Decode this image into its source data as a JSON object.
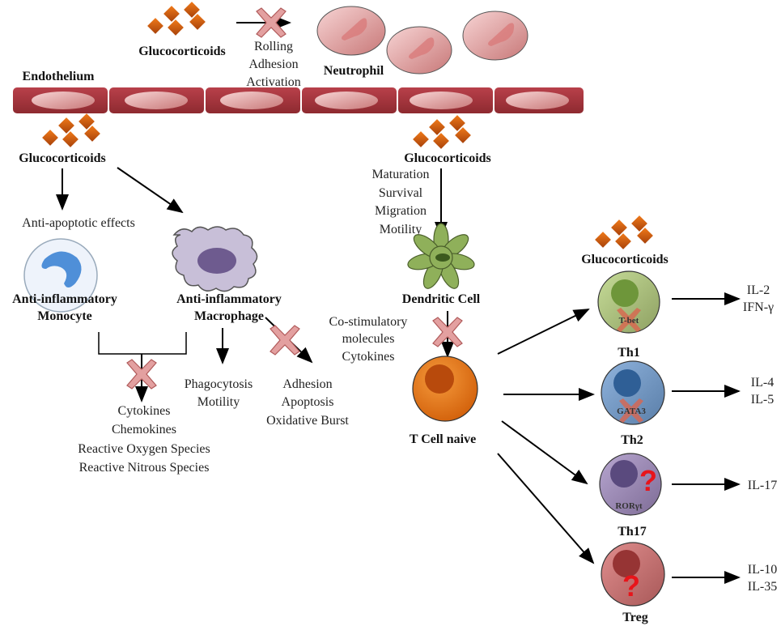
{
  "colors": {
    "endothelium": "#a3333a",
    "glucocorticoid": "#d45a0a",
    "inhibition_x": "#e08a8a",
    "question_mark": "#e8141a",
    "th1": "#a9c07a",
    "th2": "#6b93c4",
    "th17": "#9a86b3",
    "treg": "#c56c6c",
    "t_cell_naive": "#e8730f",
    "dendritic": "#7ea24a"
  },
  "top": {
    "glucocorticoids": "Glucocorticoids",
    "effects": [
      "Rolling",
      "Adhesion",
      "Activation"
    ],
    "neutrophil": "Neutrophil",
    "endothelium": "Endothelium"
  },
  "left": {
    "glucocorticoids": "Glucocorticoids",
    "anti_apoptotic": "Anti-apoptotic effects",
    "monocyte": [
      "Anti-inflammatory",
      "Monocyte"
    ],
    "macrophage": [
      "Anti-inflammatory",
      "Macrophage"
    ],
    "inhibited_products": [
      "Cytokines",
      "Chemokines",
      "Reactive Oxygen Species",
      "Reactive Nitrous Species"
    ],
    "macrophage_up": [
      "Phagocytosis",
      "Motility"
    ],
    "macrophage_down": [
      "Adhesion",
      "Apoptosis",
      "Oxidative Burst"
    ]
  },
  "middle": {
    "glucocorticoids": "Glucocorticoids",
    "dc_effects": [
      "Maturation",
      "Survival",
      "Migration",
      "Motility"
    ],
    "dendritic_cell": "Dendritic Cell",
    "costim": [
      "Co-stimulatory",
      "molecules",
      "Cytokines"
    ],
    "t_cell_naive": "T Cell naive"
  },
  "right": {
    "glucocorticoids": "Glucocorticoids",
    "subsets": [
      {
        "name": "Th1",
        "factor": "T-bet",
        "factor_status": "inhibited",
        "cytokines": [
          "IL-2",
          "IFN-γ"
        ]
      },
      {
        "name": "Th2",
        "factor": "GATA3",
        "factor_status": "inhibited",
        "cytokines": [
          "IL-4",
          "IL-5"
        ]
      },
      {
        "name": "Th17",
        "factor": "RORγt",
        "factor_status": "unknown",
        "cytokines": [
          "IL-17"
        ]
      },
      {
        "name": "Treg",
        "factor": "",
        "factor_status": "unknown",
        "cytokines": [
          "IL-10",
          "IL-35"
        ]
      }
    ]
  }
}
